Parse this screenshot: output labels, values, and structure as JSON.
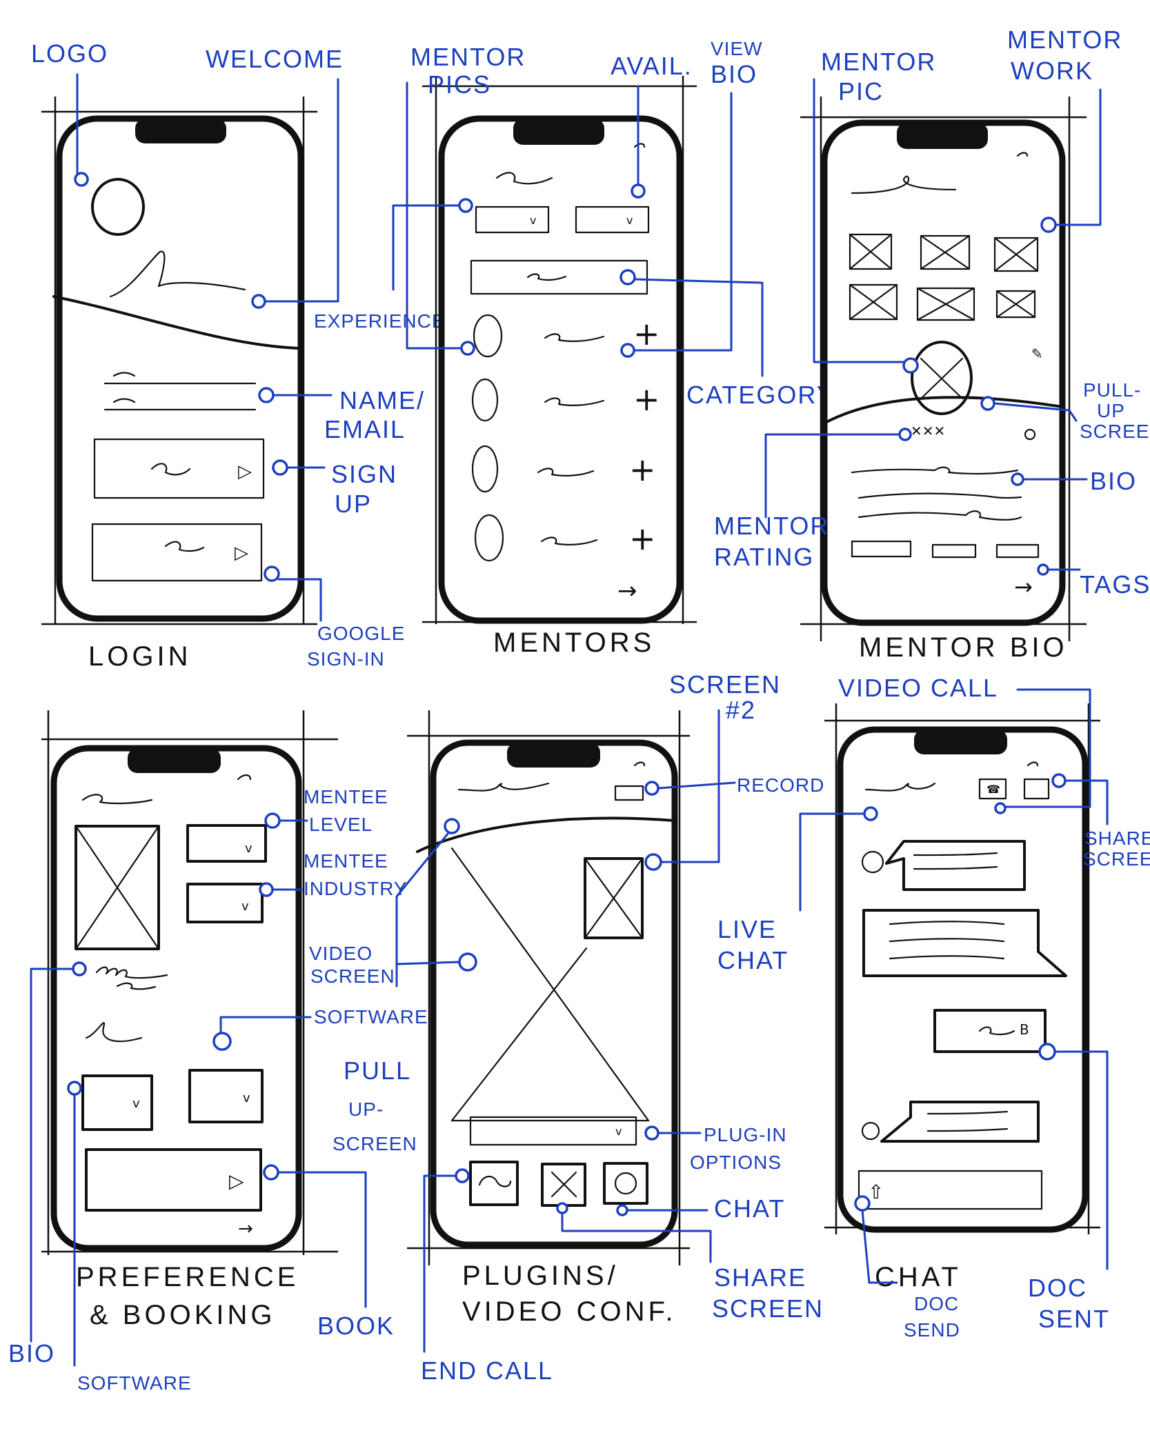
{
  "colors": {
    "ink": "#111111",
    "annotation": "#1c3fbf",
    "paper": "#ffffff"
  },
  "screens": {
    "login": {
      "title": "LOGIN",
      "labels": {
        "logo": "LOGO",
        "welcome": "WELCOME",
        "experience": "EXPERIENCE",
        "name_email_1": "NAME/",
        "name_email_2": "EMAIL",
        "sign_up_1": "SIGN",
        "sign_up_2": "UP",
        "google_1": "GOOGLE",
        "google_2": "SIGN-IN"
      }
    },
    "mentors": {
      "title": "MENTORS",
      "labels": {
        "mentor_pics_1": "MENTOR",
        "mentor_pics_2": "PICS",
        "avail": "AVAIL.",
        "view_bio_1": "VIEW",
        "view_bio_2": "BIO",
        "category": "CATEGORY"
      }
    },
    "mentor_bio": {
      "title": "MENTOR BIO",
      "labels": {
        "mentor_pic_1": "MENTOR",
        "mentor_pic_2": "PIC",
        "mentor_work_1": "MENTOR",
        "mentor_work_2": "WORK",
        "pull_up_1": "PULL-",
        "pull_up_2": "UP",
        "pull_up_3": "SCREEN",
        "bio": "BIO",
        "mentor_rating_1": "MENTOR",
        "mentor_rating_2": "RATING",
        "tags": "TAGS"
      }
    },
    "preference": {
      "title_1": "PREFERENCE",
      "title_2": "& BOOKING",
      "labels": {
        "mentee_level_1": "MENTEE",
        "mentee_level_2": "LEVEL",
        "mentee_industry_1": "MENTEE",
        "mentee_industry_2": "INDUSTRY",
        "video_screen_1": "VIDEO",
        "video_screen_2": "SCREEN",
        "software": "SOFTWARE",
        "pull_up_1": "PULL",
        "pull_up_2": "UP-",
        "pull_up_3": "SCREEN",
        "book": "BOOK",
        "bio": "BIO",
        "software_bottom": "SOFTWARE"
      }
    },
    "plugins": {
      "title_1": "PLUGINS/",
      "title_2": "VIDEO CONF.",
      "labels": {
        "screen_2_1": "SCREEN",
        "screen_2_2": "#2",
        "record": "RECORD",
        "plug_in_1": "PLUG-IN",
        "plug_in_2": "OPTIONS",
        "chat": "CHAT",
        "share_screen_1": "SHARE",
        "share_screen_2": "SCREEN",
        "end_call": "END CALL"
      }
    },
    "chat": {
      "title": "CHAT",
      "labels": {
        "video_call": "VIDEO CALL",
        "share_screen_1": "SHARE",
        "share_screen_2": "SCREEN",
        "live_chat_1": "LIVE",
        "live_chat_2": "CHAT",
        "doc_send_1": "DOC",
        "doc_send_2": "SEND",
        "doc_sent_1": "DOC",
        "doc_sent_2": "SENT"
      }
    }
  },
  "glyphs": {
    "dropdown": "v",
    "play": "▷",
    "plus": "+",
    "arrow": "→"
  }
}
